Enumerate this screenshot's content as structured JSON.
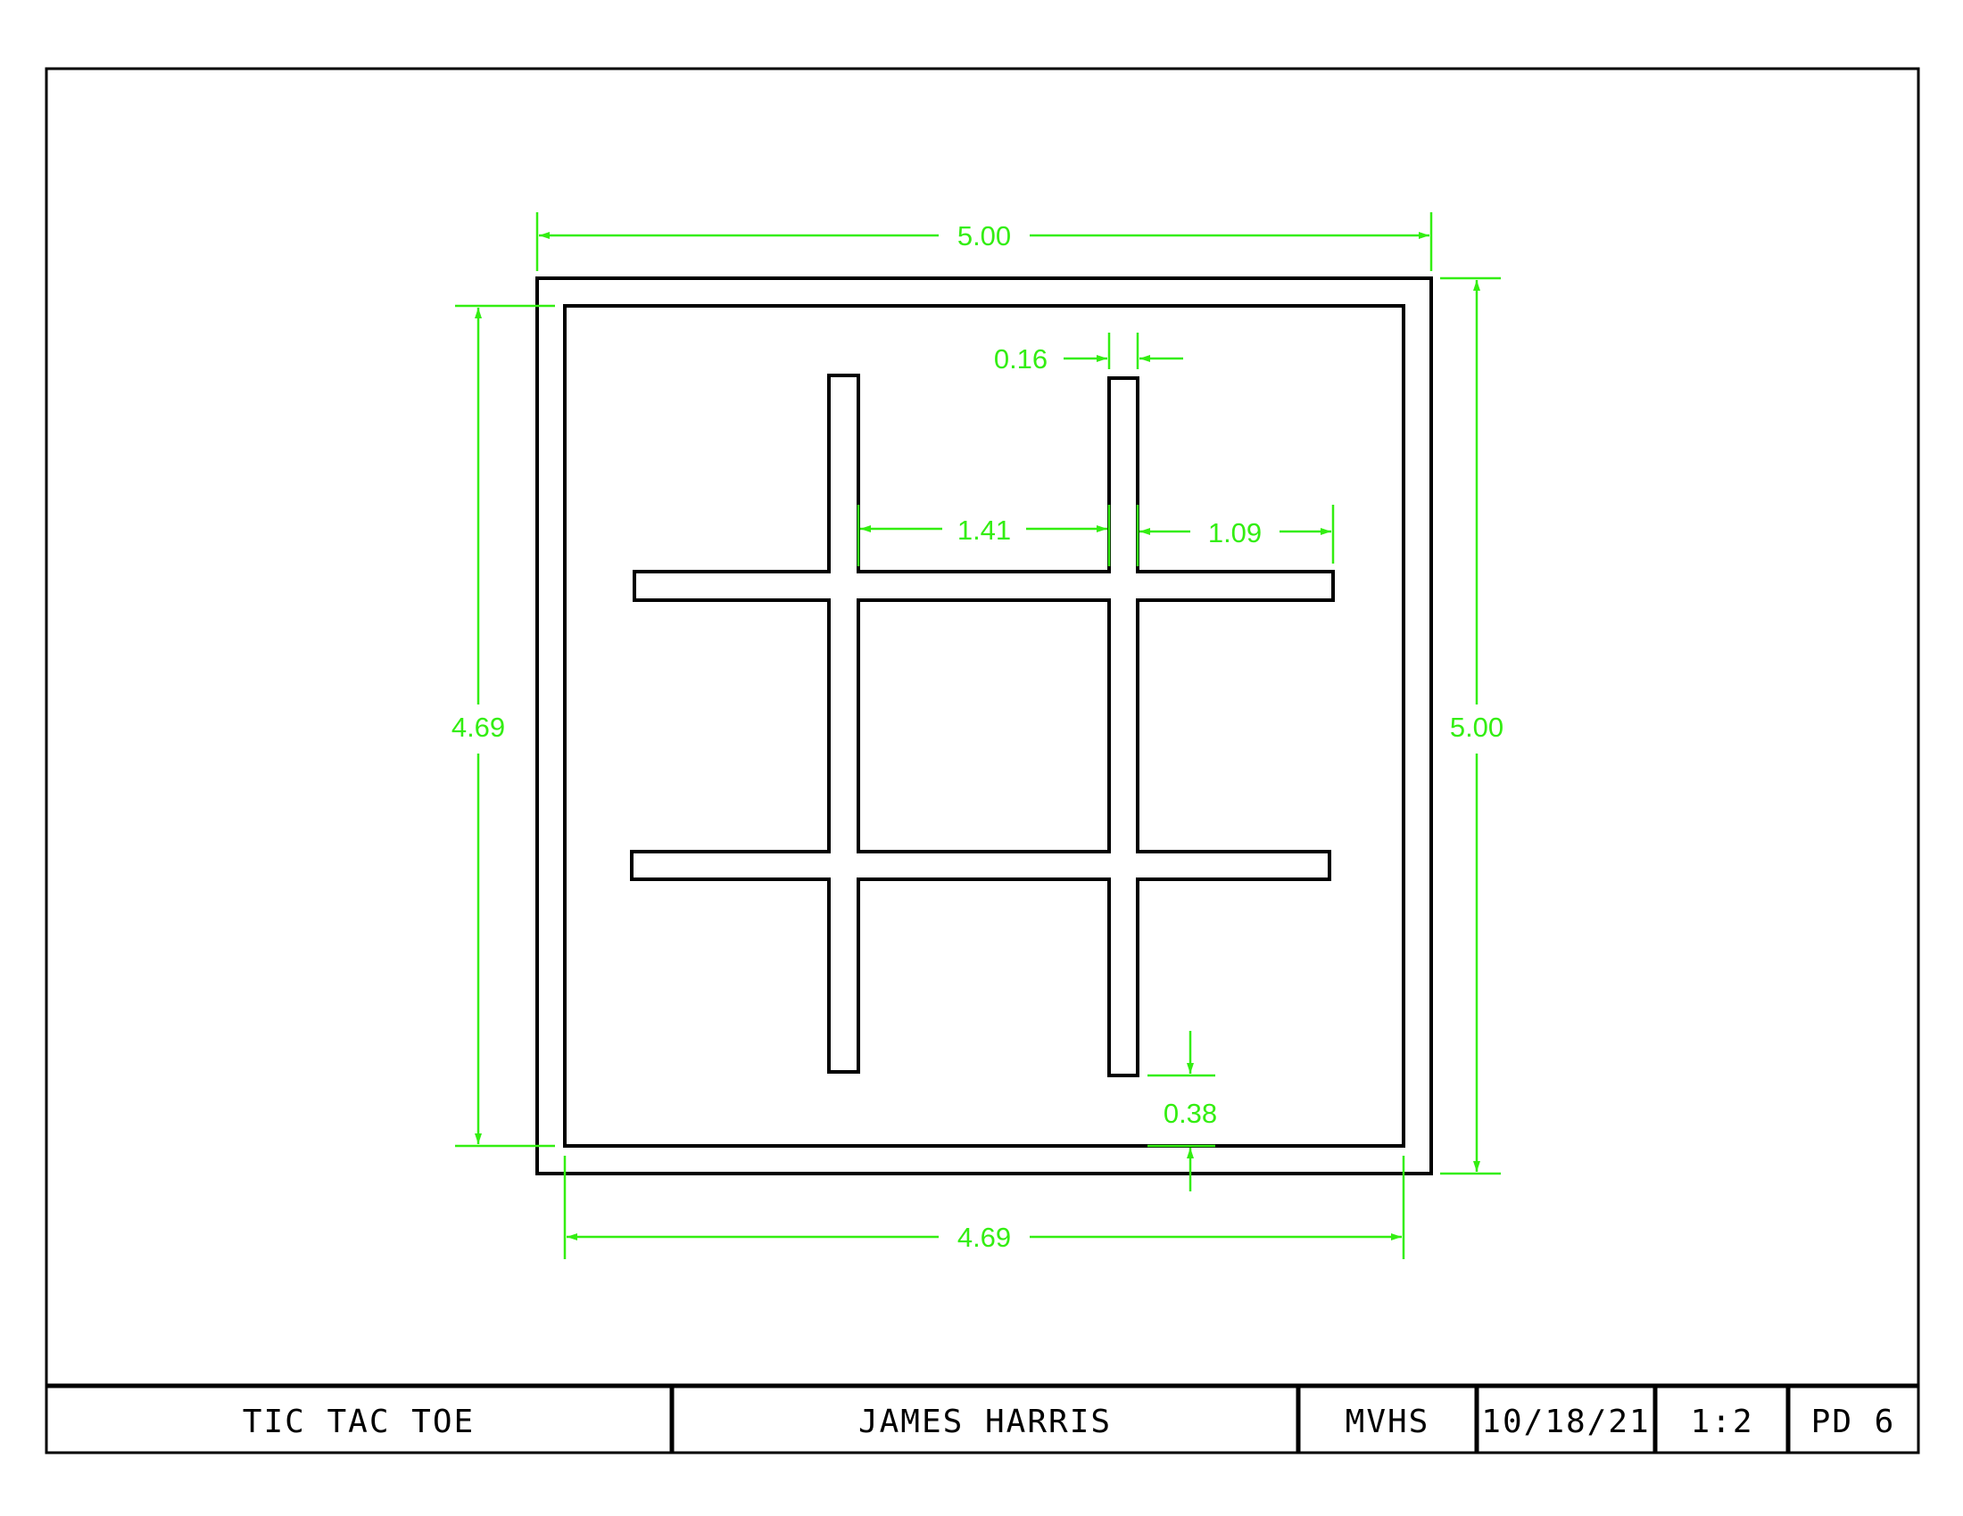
{
  "colors": {
    "outline": "#000000",
    "dimension": "#33ee11",
    "background": "#ffffff"
  },
  "dimensions": {
    "overall_width": "5.00",
    "overall_height": "5.00",
    "inner_width": "4.69",
    "inner_height": "4.69",
    "bar_width": "0.16",
    "cell_spacing": "1.41",
    "edge_spacing": "1.09",
    "bottom_offset": "0.38"
  },
  "title_block": {
    "project_title": "TIC TAC TOE",
    "author": "JAMES HARRIS",
    "school": "MVHS",
    "date": "10/18/21",
    "scale": "1:2",
    "period": "PD 6"
  }
}
